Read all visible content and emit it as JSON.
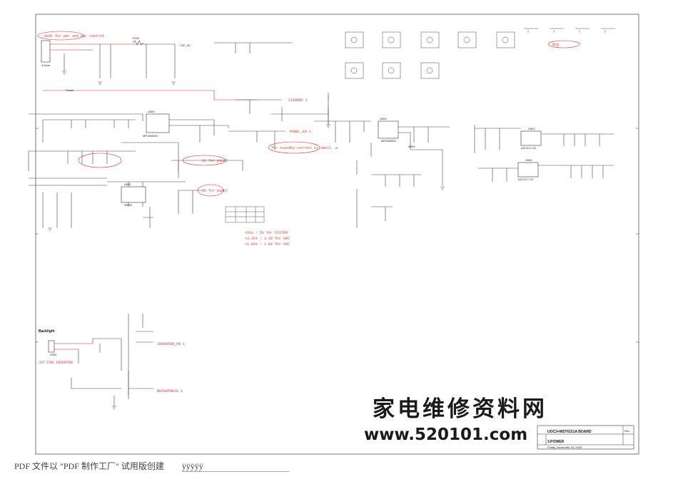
{
  "title_block": {
    "board": "UOC3+MST6151A BOARD",
    "sheet_name": "3.POWER",
    "date": "Friday, November 18, 2005",
    "rev": "Rev"
  },
  "labels": {
    "backlight": "Backlight",
    "power_header": "3.5mm",
    "connector_note": "JST FOR INVERTER",
    "p5v_panel": "5V for panel",
    "p3v_panel": "3V for panel",
    "standby": "STANDBY 1",
    "panel_en": "PANEL_EN 1",
    "note_stby": "for standby current is small. w",
    "rail_note_1": "+5Vs : 5V for SYSTEM",
    "rail_note_2": "+3.3Vs : 3.3V for UOC",
    "rail_note_3": "+1.8Vs : 1.8V for UOC",
    "power_note": "0x6F for pwr and pwr control",
    "inverter_on": "INVERTER_ON 1",
    "brightness": "BRIGHTNESS 1",
    "mtg_note": "mtg",
    "mfr1": "MP1583DN",
    "mfr2": "MP1583DN",
    "ic3": "AIC1117-33",
    "ic4": "AIC1117-18"
  },
  "watermark": {
    "chinese": "家电维修资料网",
    "url": "www.520101.com"
  },
  "footer": {
    "note": "PDF 文件以 \"PDF 制作工厂\" 试用版创建",
    "tail": "ÿÿÿÿÿ"
  }
}
